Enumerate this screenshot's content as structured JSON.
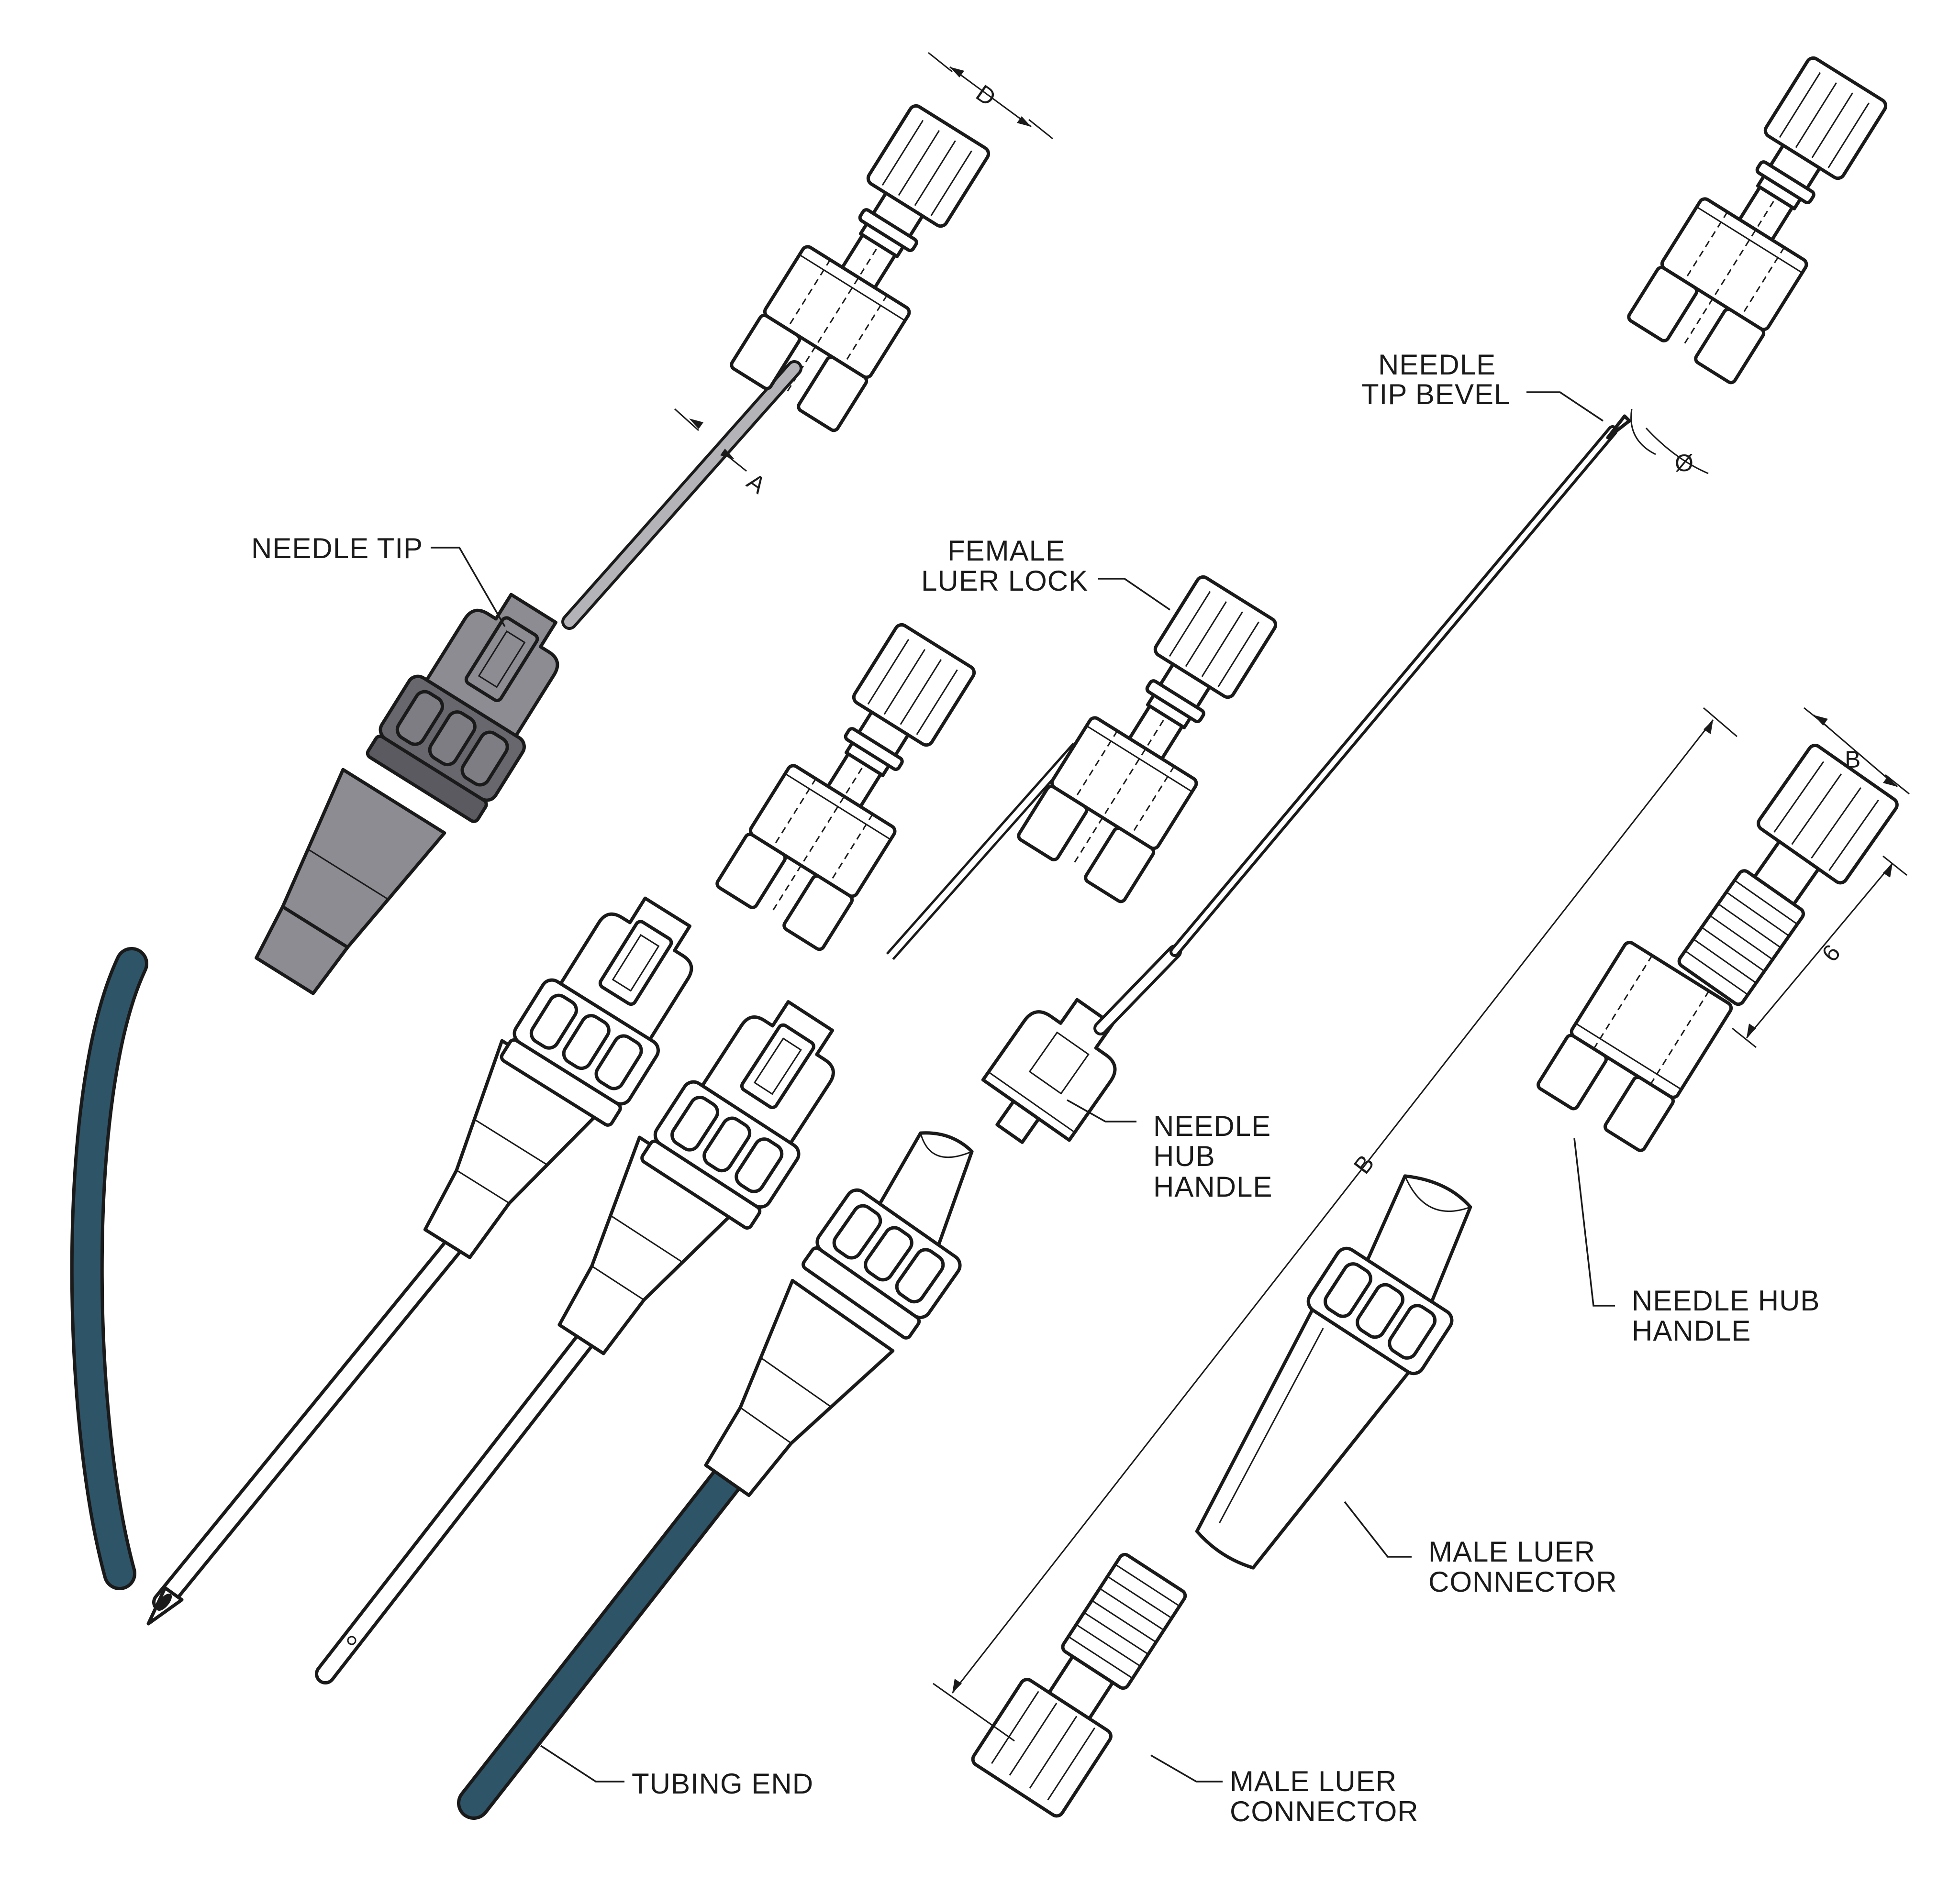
{
  "colors": {
    "outline": "#1a1a1a",
    "tubing": "#2e5468",
    "catheter_grey": "#8c8c92",
    "hub_dark": "#67676d",
    "clear_part": "#ffffff"
  },
  "labels": {
    "needle_tip": "NEEDLE TIP",
    "female_luer_1": "FEMALE",
    "female_luer_2": "LUER LOCK",
    "needle_bevel_1": "NEEDLE",
    "needle_bevel_2": "TIP BEVEL",
    "hub_handle_a_1": "NEEDLE",
    "hub_handle_a_2": "HUB",
    "hub_handle_a_3": "HANDLE",
    "hub_handle_b_1": "NEEDLE HUB",
    "hub_handle_b_2": "HANDLE",
    "male_luer_a_1": "MALE LUER",
    "male_luer_a_2": "CONNECTOR",
    "male_luer_b_1": "MALE LUER",
    "male_luer_b_2": "CONNECTOR",
    "tubing_end": "TUBING END"
  },
  "dimensions": {
    "d": "D",
    "a": "A",
    "phi": "Ø",
    "b_small": "B",
    "six": "6",
    "b_long": "B"
  }
}
